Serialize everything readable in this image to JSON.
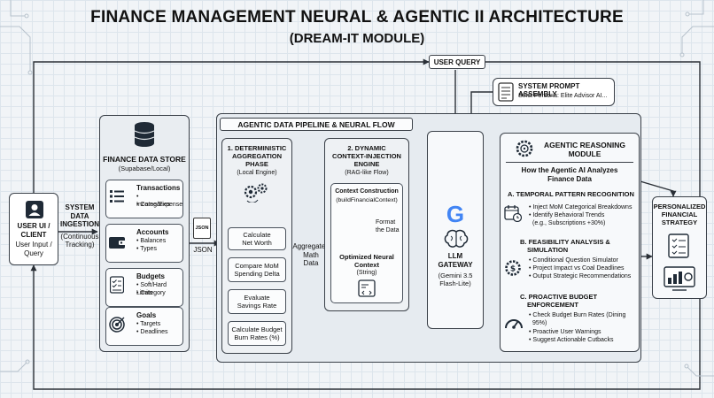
{
  "header": {
    "title": "FINANCE MANAGEMENT NEURAL & AGENTIC II ARCHITECTURE",
    "subtitle": "(DREAM-IT MODULE)"
  },
  "user_query": "USER QUERY",
  "system_prompt": {
    "title": "SYSTEM PROMPT ASSEMBLY",
    "text": "Strict Persona: Elite Advisor AI..."
  },
  "user_client": {
    "title_line1": "USER UI /",
    "title_line2": "CLIENT",
    "sub_line1": "User Input /",
    "sub_line2": "Query"
  },
  "ingestion": {
    "line1": "SYSTEM",
    "line2": "DATA",
    "line3": "INGESTION",
    "sub1": "(Continuous",
    "sub2": "Tracking)"
  },
  "data_store": {
    "title": "FINANCE DATA STORE",
    "sub": "(Supabase/Local)",
    "items": [
      {
        "title": "Transactions",
        "bullets": [
          "• Income/Expense",
          "• Categories"
        ]
      },
      {
        "title": "Accounts",
        "bullets": [
          "• Balances",
          "• Types"
        ]
      },
      {
        "title": "Budgets",
        "bullets": [
          "• Soft/Hard Limits",
          "• Category"
        ]
      },
      {
        "title": "Goals",
        "bullets": [
          "• Targets",
          "• Deadlines"
        ]
      }
    ]
  },
  "json_label": "JSON",
  "json_file": "JSON",
  "pipeline": {
    "title": "AGENTIC DATA PIPELINE & NEURAL FLOW",
    "phase1": {
      "title1": "1. DETERMINISTIC",
      "title2": "AGGREGATION",
      "title3": "PHASE",
      "sub": "(Local Engine)",
      "steps": [
        [
          "Calculate",
          "Net Worth"
        ],
        [
          "Compare MoM",
          "Spending Delta"
        ],
        [
          "Evaluate",
          "Savings Rate"
        ],
        [
          "Calculate Budget",
          "Burn Rates (%)"
        ]
      ]
    },
    "aggregated": [
      "Aggregated",
      "Math",
      "Data"
    ],
    "phase2": {
      "title1": "2. DYNAMIC",
      "title2": "CONTEXT-INJECTION",
      "title3": "ENGINE",
      "sub": "(RAG-like Flow)",
      "construct_title": "Context Construction",
      "construct_sub": "(buildFinancialContext)",
      "format1": "Format",
      "format2": "the Data",
      "opt1": "Optimized Neural",
      "opt2": "Context",
      "opt3": "(String)"
    }
  },
  "gateway": {
    "line1": "LLM",
    "line2": "GATEWAY",
    "sub1": "(Gemini 3.5",
    "sub2": "Flash-Lite)"
  },
  "reasoning": {
    "title1": "AGENTIC REASONING",
    "title2": "MODULE",
    "how1": "How the Agentic AI Analyzes",
    "how2": "Finance Data",
    "sections": [
      {
        "title": "A. TEMPORAL PATTERN RECOGNITION",
        "bullets": [
          "• Inject MoM Categorical Breakdowns",
          "• Identify Behavioral Trends",
          "(e.g., Subscriptions +30%)"
        ]
      },
      {
        "title1": "B. FEASIBILITY ANALYSIS &",
        "title2": "SIMULATION",
        "bullets": [
          "• Conditional Question Simulator",
          "• Project Impact vs Coal Deadlines",
          "• Output Strategic Recommendations"
        ]
      },
      {
        "title1": "C. PROACTIVE BUDGET",
        "title2": "ENFORCEMENT",
        "bullets": [
          "• Check Budget Burn Rates (Dining",
          "95%)",
          "• Proactive User Warnings",
          "• Suggest Actionable Cutbacks"
        ]
      }
    ]
  },
  "strategy": {
    "line1": "PERSONALIZED",
    "line2": "FINANCIAL",
    "line3": "STRATEGY"
  },
  "google_letter": "G"
}
